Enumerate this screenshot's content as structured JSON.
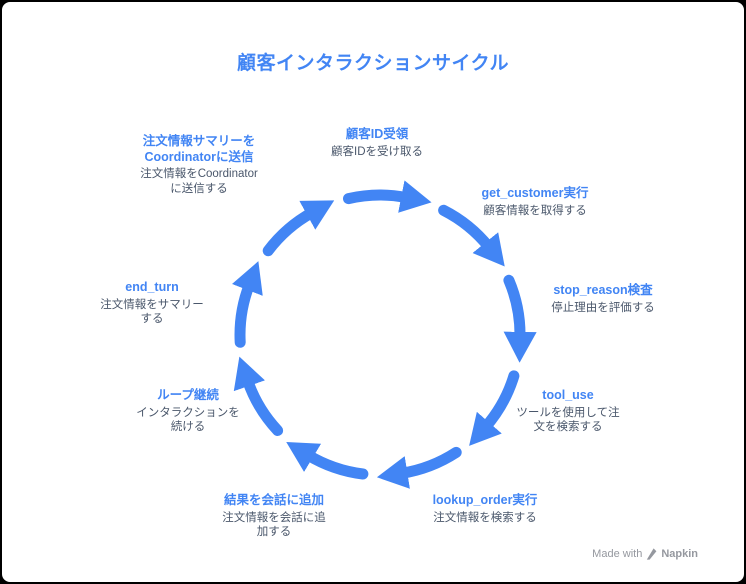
{
  "title": "顧客インタラクションサイクル",
  "diagram": {
    "type": "cycle",
    "colors": {
      "accent": "#4285F4",
      "description_text": "#4a576b",
      "watermark_text": "#95989f"
    },
    "steps": [
      {
        "label": "顧客ID受領",
        "description": "顧客IDを受け取る"
      },
      {
        "label": "get_customer実行",
        "description": "顧客情報を取得する"
      },
      {
        "label": "stop_reason検査",
        "description": "停止理由を評価する"
      },
      {
        "label": "tool_use",
        "description": "ツールを使用して注文を検索する"
      },
      {
        "label": "lookup_order実行",
        "description": "注文情報を検索する"
      },
      {
        "label": "結果を会話に追加",
        "description": "注文情報を会話に追加する"
      },
      {
        "label": "ループ継続",
        "description": "インタラクションを続ける"
      },
      {
        "label": "end_turn",
        "description": "注文情報をサマリーする"
      },
      {
        "label": "注文情報サマリーをCoordinatorに送信",
        "description": "注文情報をCoordinatorに送信する"
      }
    ]
  },
  "watermark": {
    "prefix": "Made with",
    "brand": "Napkin"
  }
}
